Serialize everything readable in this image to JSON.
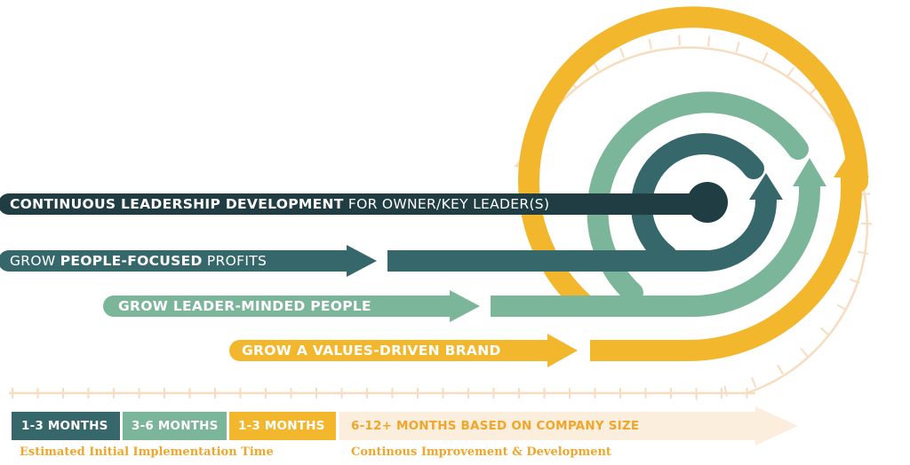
{
  "bars": [
    {
      "bold": "CONTINUOUS LEADERSHIP DEVELOPMENT",
      "rest": " FOR OWNER/KEY LEADER(S)",
      "color": "#1f3d42"
    },
    {
      "pre": "GROW ",
      "bold": "PEOPLE-FOCUSED",
      "rest": " PROFITS",
      "color": "#36686b"
    },
    {
      "text": "GROW LEADER-MINDED PEOPLE",
      "color": "#7bb59a"
    },
    {
      "text": "GROW A VALUES-DRIVEN BRAND",
      "color": "#f3b72e"
    }
  ],
  "timeline": {
    "segments": [
      {
        "label": "1-3 MONTHS",
        "color": "#36686b"
      },
      {
        "label": "3-6 MONTHS",
        "color": "#7bb59a"
      },
      {
        "label": "1-3 MONTHS",
        "color": "#f3b72e"
      }
    ],
    "ongoing": {
      "label": "6-12+ MONTHS BASED ON COMPANY SIZE",
      "color": "#fbeedd",
      "text_color": "#f0a62a"
    },
    "caption_initial": "Estimated Initial Implementation Time",
    "caption_continuous": "Continous Improvement & Development",
    "caption_color": "#f0a62a"
  },
  "ruler_color": "#f7dcc0"
}
